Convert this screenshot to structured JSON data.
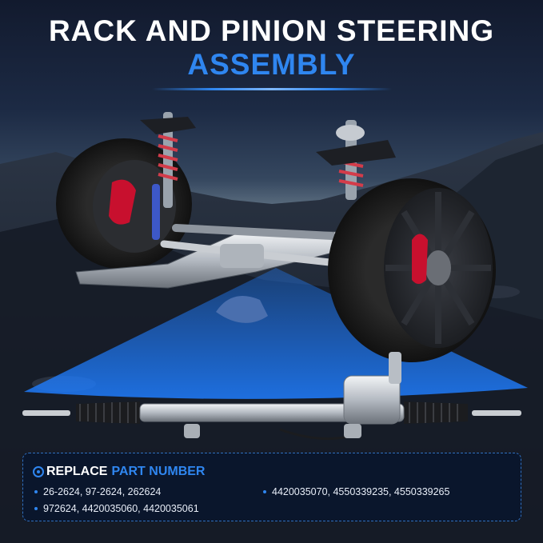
{
  "header": {
    "title_main": "RACK AND PINION STEERING",
    "title_sub": "ASSEMBLY"
  },
  "part_numbers": {
    "label_white": "REPLACE",
    "label_blue": "PART NUMBER",
    "lines": [
      "26-2624, 97-2624, 262624",
      "972624, 4420035060, 4420035061",
      "4420035070, 4550339235, 4550339265"
    ]
  },
  "colors": {
    "accent_blue": "#2f86f0",
    "title_white": "#ffffff",
    "panel_bg": "#0a162c",
    "brake_red": "#c8102e"
  },
  "icons": {
    "heading_bullet": "target-icon"
  }
}
